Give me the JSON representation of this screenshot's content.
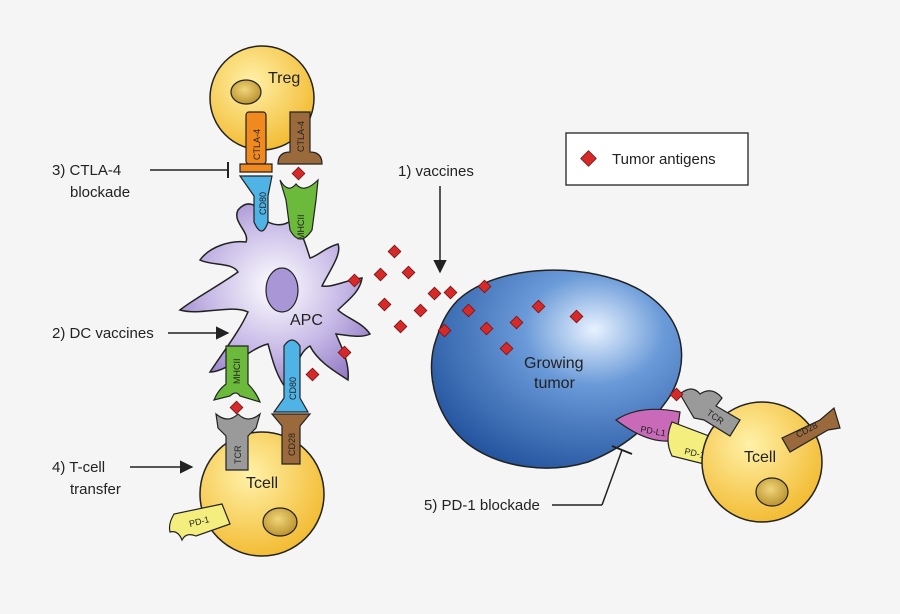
{
  "legend": {
    "label": "Tumor antigens",
    "color": "#d42a2a"
  },
  "steps": {
    "s1": "1) vaccines",
    "s2": "2) DC vaccines",
    "s3_line1": "3) CTLA-4",
    "s3_line2": "blockade",
    "s4_line1": "4) T-cell",
    "s4_line2": "transfer",
    "s5": "5) PD-1 blockade"
  },
  "cells": {
    "treg": "Treg",
    "apc": "APC",
    "tumor_line1": "Growing",
    "tumor_line2": "tumor",
    "tcell_left": "Tcell",
    "tcell_right": "Tcell"
  },
  "molecules": {
    "ctla4_a": "CTLA-4",
    "ctla4_b": "CTLA-4",
    "cd80_top": "CD80",
    "mhcii_top": "MHCII",
    "mhcii_bottom": "MHCII",
    "cd80_bottom": "CD80",
    "tcr_left": "TCR",
    "cd28_left": "CD28",
    "pd1_left": "PD-1",
    "pdl1": "PD-L1",
    "pd1_right": "PD-1",
    "tcr_right": "TCR",
    "cd28_right": "CD28"
  },
  "colors": {
    "cell_yellow": "#f7c843",
    "nucleus": "#c9a030",
    "apc_purple": "#9b85c9",
    "tumor_blue": "#2f67b8",
    "ctla4_orange": "#f08a1e",
    "ctla4_brown": "#9a6a3c",
    "cd80_blue": "#4fb3e6",
    "mhcii_green": "#6cba3c",
    "tcr_gray": "#9a9a9a",
    "pd1_yellow": "#f3ee7d",
    "pdl1_pink": "#c86ab8"
  }
}
